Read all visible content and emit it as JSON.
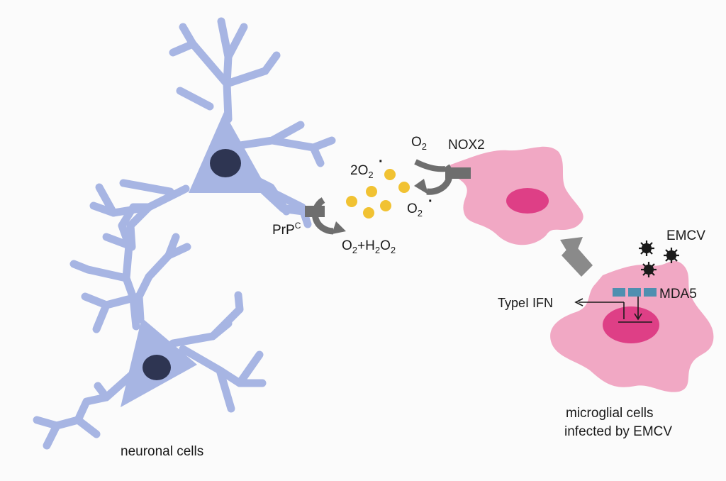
{
  "labels": {
    "neuronal_cells": "neuronal cells",
    "microglia_line1": "microglial cells",
    "microglia_line2": "infected by EMCV",
    "emcv": "EMCV",
    "mda5": "MDA5",
    "type_ifn": "TypeI IFN",
    "nox2": "NOX2",
    "o2_base": "O",
    "o2_sub": "2",
    "superoxide_prefix": "2O",
    "superoxide_sub": "2",
    "radical_dot": "·",
    "radical_dot2": "·",
    "prp_base": "PrP",
    "prp_sup": "C",
    "product_o": "O",
    "product_sub1": "2",
    "product_plus_h": "+H",
    "product_sub2": "2",
    "product_o2": "O",
    "product_sub3": "2",
    "right_o": "O",
    "right_sub": "2",
    "top_o": "O",
    "top_sub": "2"
  },
  "colors": {
    "neuron_fill": "#a7b5e3",
    "nucleus_dark": "#2e3552",
    "microglia_fill": "#f1a8c4",
    "microglia_nucleus": "#de3f86",
    "ros_dot": "#f1c232",
    "receptor_gray": "#6e6e6e",
    "arrow_gray": "#8a8a8a",
    "mda5_blue": "#4f8fb0"
  },
  "icons": [
    "emcv-virus-icon",
    "nox2-receptor-icon",
    "prp-receptor-icon",
    "mda5-receptor-icon"
  ]
}
